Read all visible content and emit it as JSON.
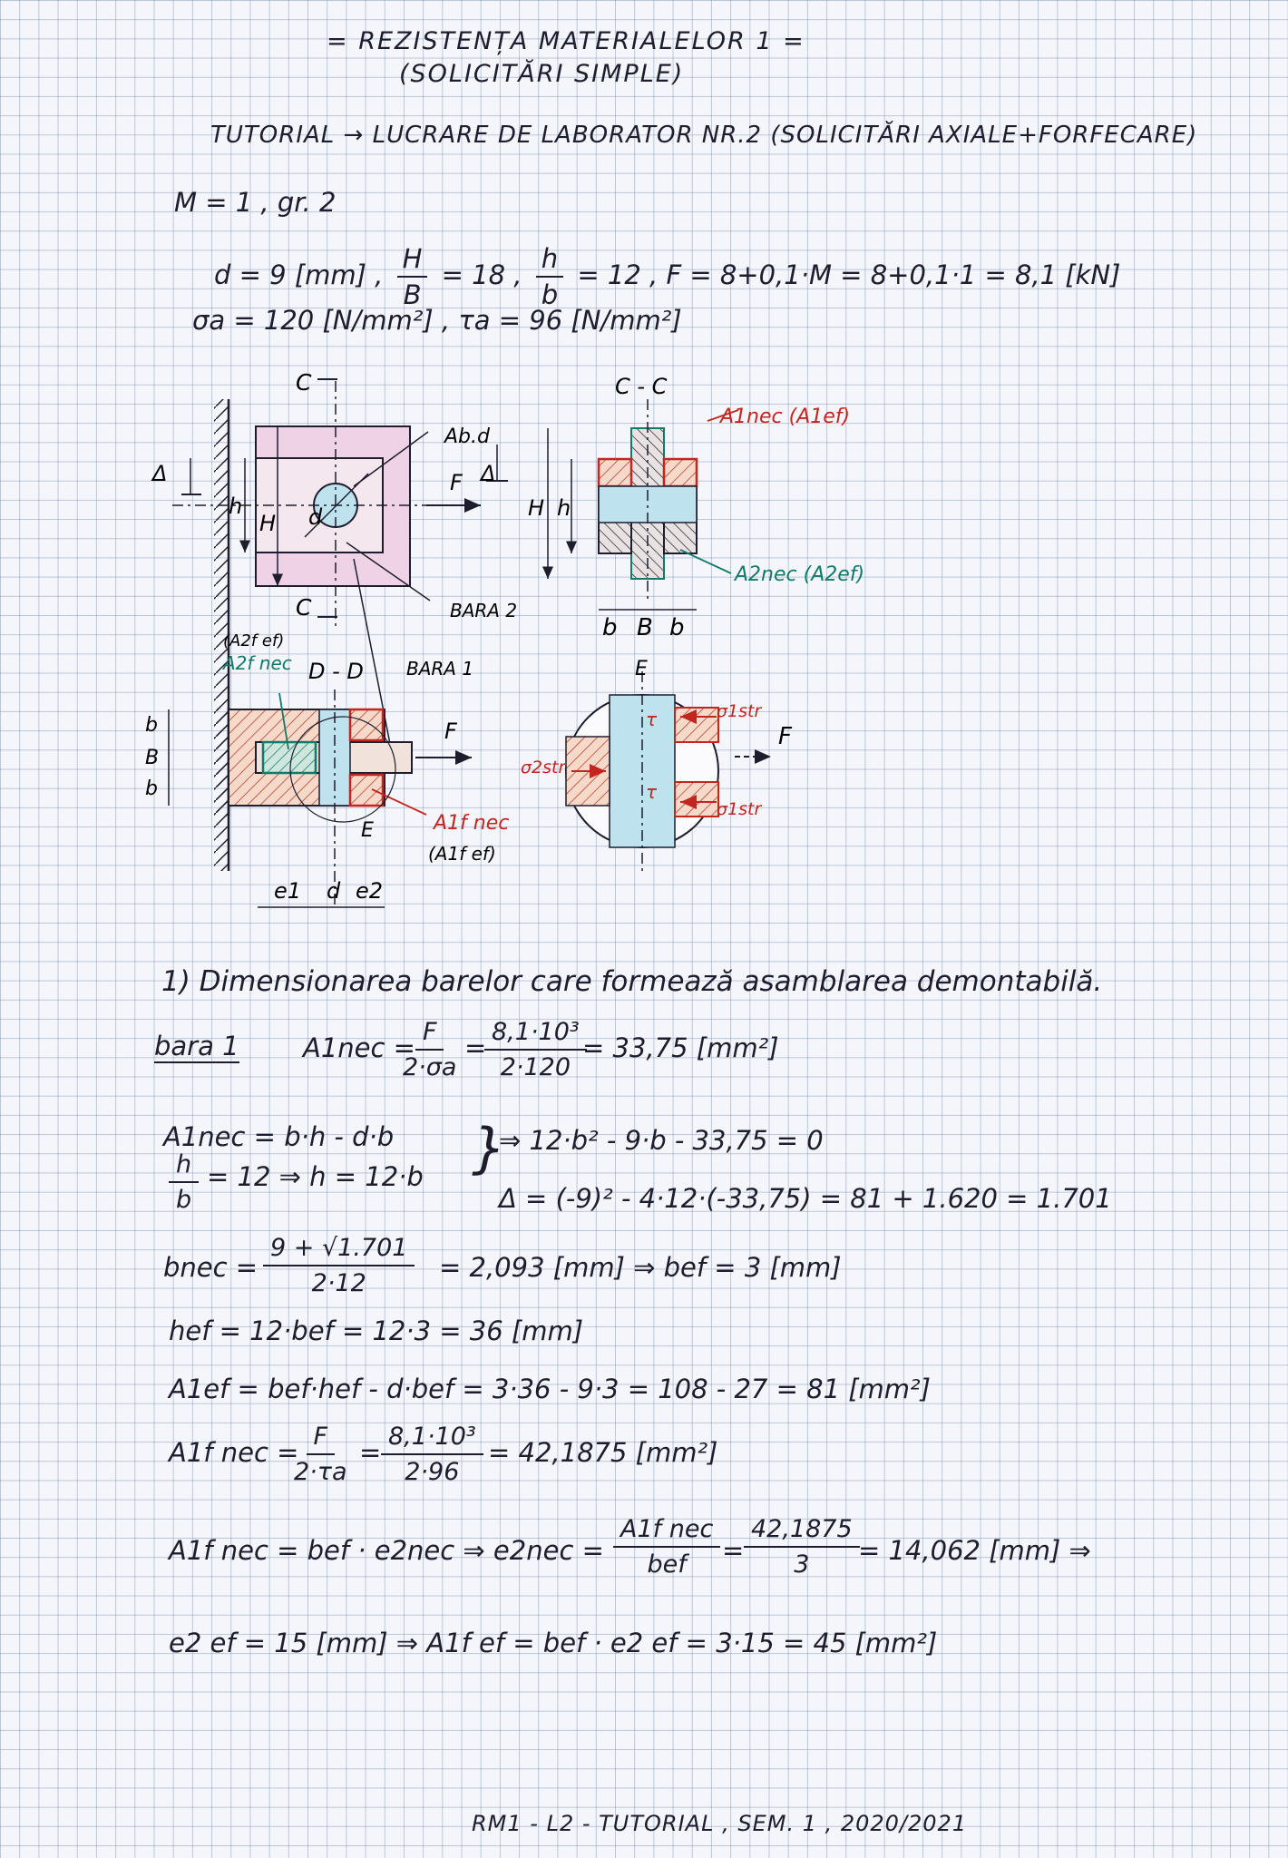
{
  "header": {
    "title_line1": "= REZISTENȚA MATERIALELOR 1 =",
    "title_line2": "(SOLICITĂRI SIMPLE)",
    "tutorial": "TUTORIAL → LUCRARE DE LABORATOR NR.2 (SOLICITĂRI AXIALE+FORFECARE)"
  },
  "givens": {
    "line1": "M = 1 , gr. 2",
    "d": "d = 9 [mm] ,",
    "HB_num": "H",
    "HB_den": "B",
    "HB_val": "= 18 ,",
    "hb_num": "h",
    "hb_den": "b",
    "hb_val": "= 12 ,",
    "F": "F = 8+0,1·M = 8+0,1·1 = 8,1 [kN]",
    "stress": "σa = 120 [N/mm²] , τa = 96 [N/mm²]"
  },
  "diagram_labels": {
    "c_top": "C",
    "c_bottom": "C",
    "section_cc": "C - C",
    "delta_left": "Δ",
    "delta_right": "Δ",
    "h_small": "h",
    "H_big": "H",
    "d_label": "d",
    "abd": "Ab.d",
    "F1": "F",
    "F2": "F",
    "F3": "F",
    "H_right": "H",
    "h_right": "h",
    "A1nec": "A1nec (A1ef)",
    "A2nec": "A2nec (A2ef)",
    "b1": "b",
    "B": "B",
    "b2": "b",
    "bara2": "BARA 2",
    "bara1": "BARA 1",
    "a2f_ef": "(A2f ef)",
    "a2f_nec": "A2f nec",
    "section_dd": "D - D",
    "dim_b1": "b",
    "dim_B": "B",
    "dim_b2": "b",
    "E_label": "E",
    "E_top": "E",
    "a1f_nec": "A1f nec",
    "a1f_ef": "(A1f ef)",
    "e1": "e1",
    "d_dim": "d",
    "e2": "e2",
    "sigma_1str_top": "σ1str",
    "sigma_2str": "σ2str",
    "sigma_1str_bottom": "σ1str",
    "tau_top": "τ",
    "tau_bottom": "τ"
  },
  "section1": {
    "heading": "1) Dimensionarea barelor care formează asamblarea demontabilă.",
    "bara1_label": "bara 1",
    "a1nec_lhs": "A1nec =",
    "a1nec_frac1_num": "F",
    "a1nec_frac1_den": "2·σa",
    "a1nec_frac2_num": "8,1·10³",
    "a1nec_frac2_den": "2·120",
    "a1nec_result": "= 33,75 [mm²]",
    "eq_a": "A1nec = b·h - d·b",
    "eq_b_frac_num": "h",
    "eq_b_frac_den": "b",
    "eq_b_rest": "= 12 ⇒ h = 12·b",
    "quad": "⇒  12·b² - 9·b - 33,75 = 0",
    "delta": "Δ = (-9)² - 4·12·(-33,75) = 81 + 1.620 = 1.701",
    "bnec_lhs": "bnec =",
    "bnec_num": "9 + √1.701",
    "bnec_den": "2·12",
    "bnec_result": "= 2,093 [mm] ⇒ bef = 3 [mm]",
    "hef": "hef = 12·bef = 12·3 = 36 [mm]",
    "a1ef": "A1ef = bef·hef - d·bef = 3·36 - 9·3 = 108 - 27 = 81 [mm²]",
    "a1fnec_lhs": "A1f nec =",
    "a1fnec_f1_num": "F",
    "a1fnec_f1_den": "2·τa",
    "a1fnec_f2_num": "8,1·10³",
    "a1fnec_f2_den": "2·96",
    "a1fnec_result": "= 42,1875 [mm²]",
    "e2_lhs": "A1f nec = bef · e2nec  ⇒  e2nec =",
    "e2_f1_num": "A1f nec",
    "e2_f1_den": "bef",
    "e2_f2_num": "42,1875",
    "e2_f2_den": "3",
    "e2_result": "= 14,062 [mm] ⇒",
    "e2ef": "e2 ef = 15 [mm]  ⇒  A1f ef = bef · e2 ef = 3·15 = 45 [mm²]"
  },
  "footer": "RM1 - L2 - TUTORIAL , SEM. 1 , 2020/2021"
}
